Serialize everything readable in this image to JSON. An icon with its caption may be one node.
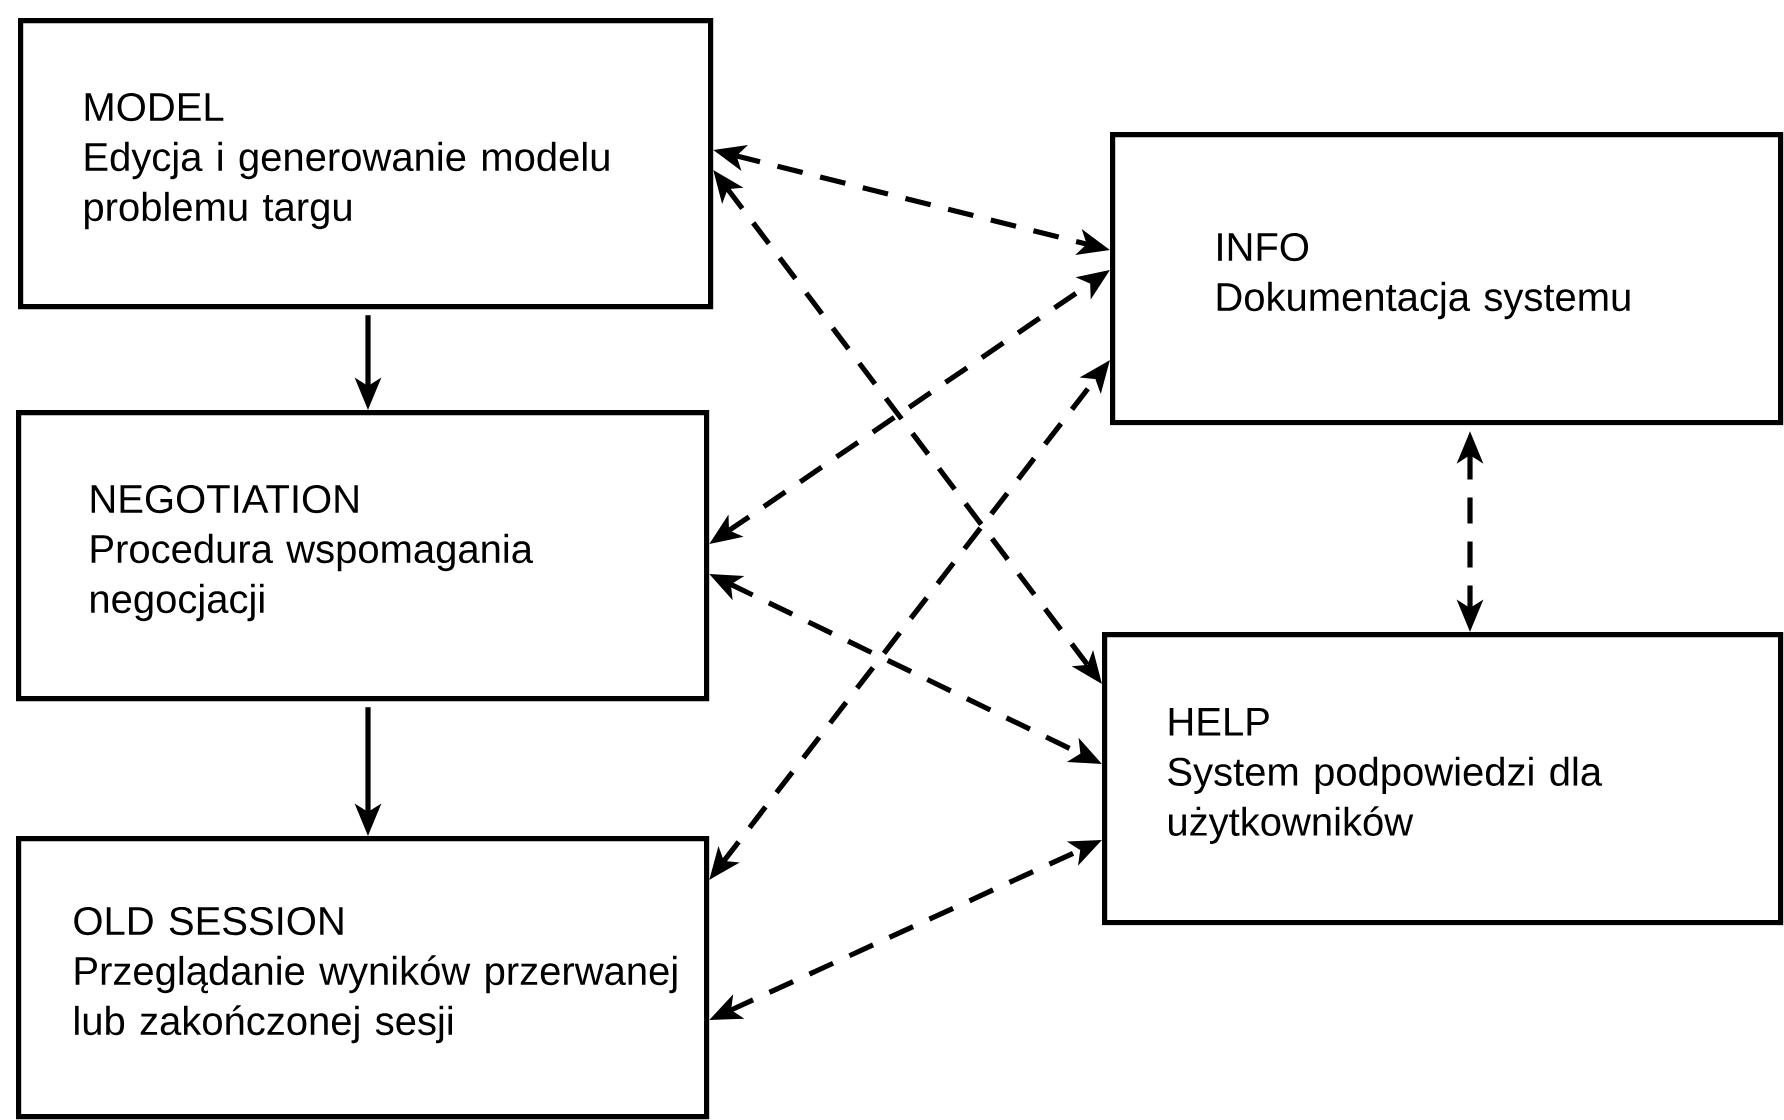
{
  "diagram": {
    "nodes": [
      {
        "text": [
          "MODEL",
          "Edycja i generowanie modelu problemu targu"
        ]
      },
      {
        "text": [
          "INFO",
          "Dokumentacja systemu"
        ]
      },
      {
        "text": [
          "NEGOTIATION",
          "Procedura wspomagania negocjacji"
        ]
      },
      {
        "text": [
          "HELP",
          "System podpowiedzi dla użytkowników"
        ]
      },
      {
        "text": [
          "OLD SESSION",
          "Przeglądanie wyników przerwanej lub zakończonej sesji"
        ]
      }
    ],
    "edges": [
      {
        "from": 0,
        "to": 2,
        "arrow": "to"
      },
      {
        "from": 2,
        "to": 4,
        "arrow": "to"
      },
      {
        "from": 0,
        "to": 1,
        "arrow": "both",
        "style": "dashed"
      },
      {
        "from": 0,
        "to": 3,
        "arrow": "both",
        "style": "dashed"
      },
      {
        "from": 2,
        "to": 1,
        "arrow": "both",
        "style": "dashed"
      },
      {
        "from": 2,
        "to": 3,
        "arrow": "both",
        "style": "dashed"
      },
      {
        "from": 4,
        "to": 1,
        "arrow": "both",
        "style": "dashed"
      },
      {
        "from": 4,
        "to": 3,
        "arrow": "both",
        "style": "dashed"
      },
      {
        "from": 1,
        "to": 3,
        "arrow": "both",
        "style": "dashed"
      }
    ]
  }
}
